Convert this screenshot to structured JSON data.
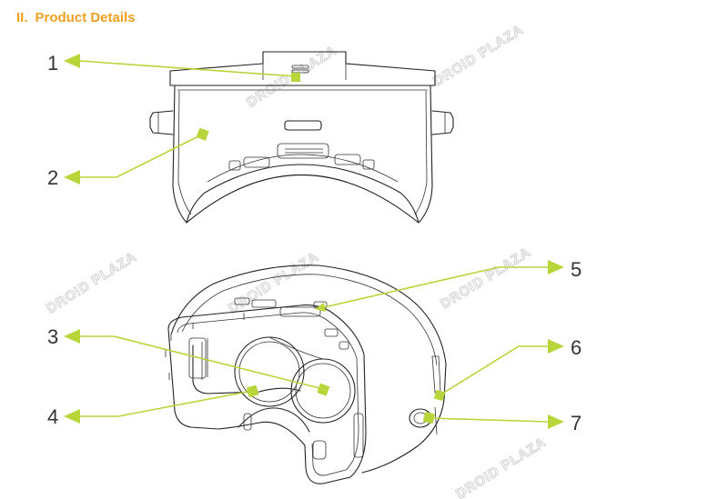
{
  "header": {
    "roman": "II.",
    "title": "Product Details"
  },
  "callouts": [
    {
      "num": "1"
    },
    {
      "num": "2"
    },
    {
      "num": "3"
    },
    {
      "num": "4"
    },
    {
      "num": "5"
    },
    {
      "num": "6"
    },
    {
      "num": "7"
    }
  ],
  "watermark": "DROID PLAZA",
  "colors": {
    "title": "#f0a020",
    "leader": "#b8d63a",
    "outline": "#222222",
    "watermark": "#c8c8c8"
  }
}
